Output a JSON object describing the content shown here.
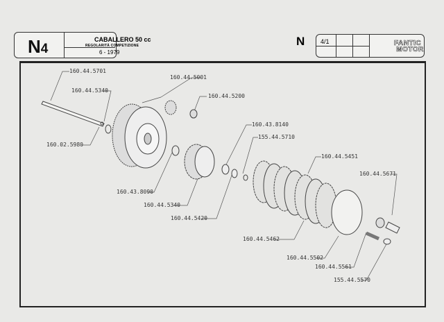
{
  "header": {
    "code": "N",
    "code_num": "4",
    "model": "CABALLERO 50 cc",
    "subtitle": "REGOLARITÀ COMPETIZIONE",
    "date": "6 - 1979",
    "section": "N",
    "page": "4/1",
    "brand_logo": "FANTIC MOTOR"
  },
  "labels": [
    "160.44.5701",
    "160.44.5340",
    "160.44.5001",
    "160.44.5200",
    "160.02.5980",
    "160.43.8090",
    "160.44.5340",
    "160.44.5420",
    "160.43.8140",
    "155.44.5710",
    "160.44.5451",
    "160.44.5671",
    "160.44.5462",
    "160.44.5502",
    "160.44.5561",
    "155.44.5570"
  ]
}
